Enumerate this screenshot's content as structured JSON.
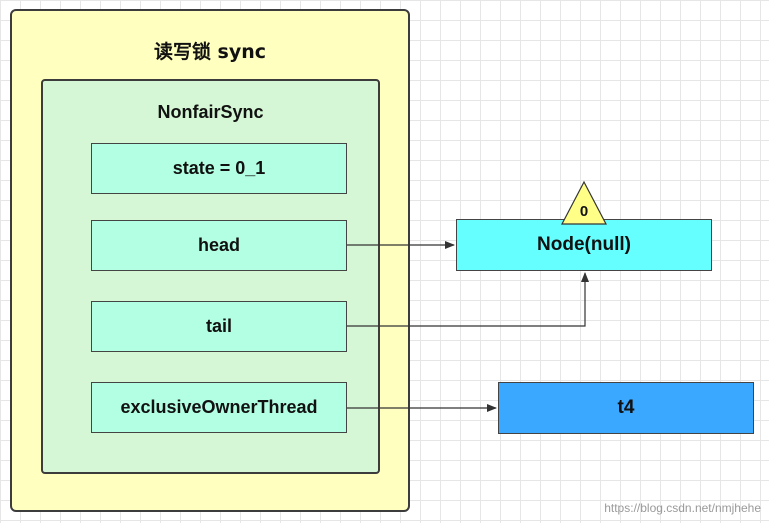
{
  "outer": {
    "title": "读写锁 sync"
  },
  "inner": {
    "title": "NonfairSync"
  },
  "fields": {
    "state": "state = 0_1",
    "head": "head",
    "tail": "tail",
    "owner": "exclusiveOwnerThread"
  },
  "node": {
    "label": "Node(null)",
    "badge": "0"
  },
  "thread": {
    "label": "t4"
  },
  "footer": "https://blog.csdn.net/nmjhehe",
  "colors": {
    "outer_fill": "#ffffc0",
    "inner_fill": "#d5f7d5",
    "field_fill": "#b3ffe4",
    "node_fill": "#66ffff",
    "thread_fill": "#3aa8ff",
    "badge_fill": "#ffff88"
  }
}
